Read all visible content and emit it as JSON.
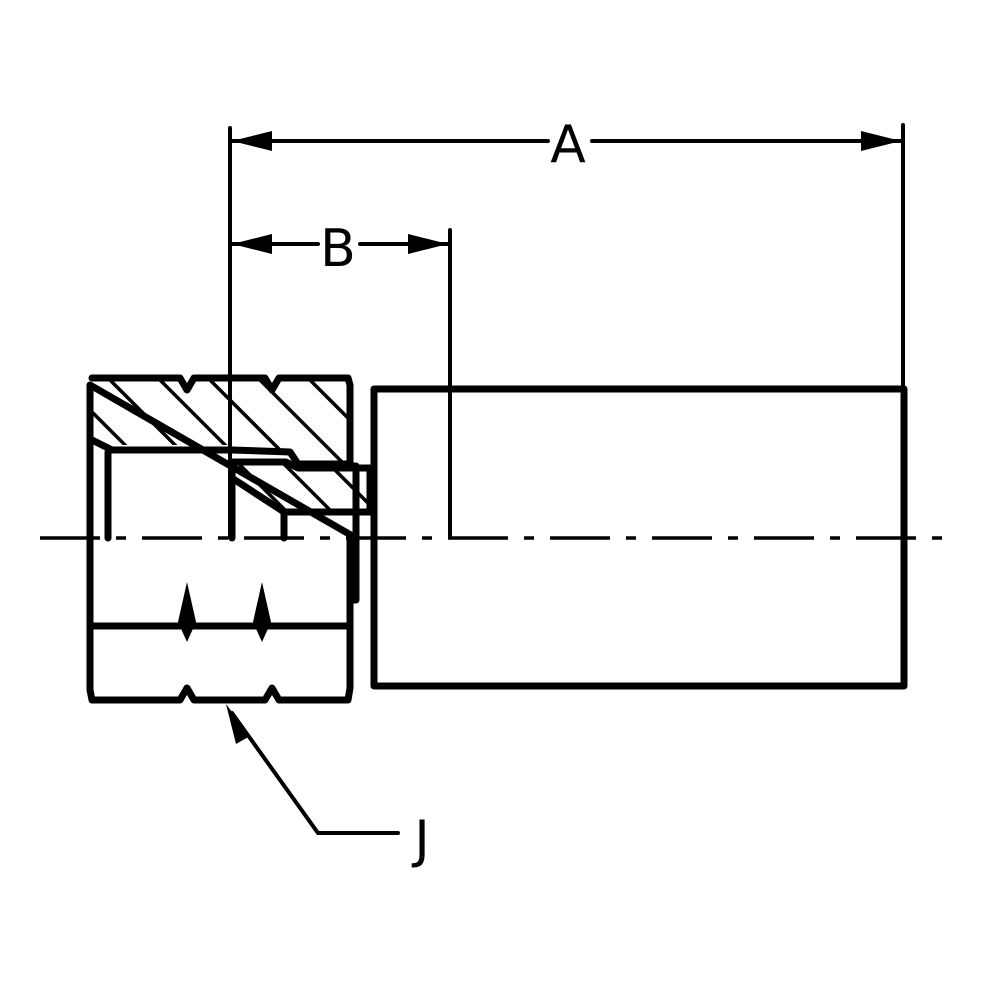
{
  "dimensions": {
    "a_label": "A",
    "b_label": "B"
  },
  "callouts": {
    "j_label": "J"
  },
  "colors": {
    "line": "#000000",
    "background": "#ffffff"
  }
}
